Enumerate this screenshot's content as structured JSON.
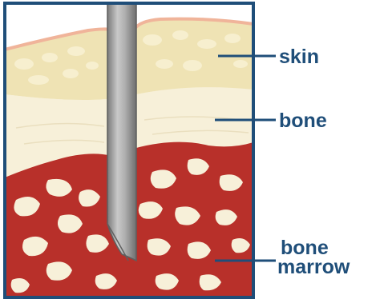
{
  "labels": {
    "skin": "skin",
    "bone": "bone",
    "marrow_line1": "bone",
    "marrow_line2": "marrow"
  },
  "colors": {
    "frame": "#1f4e79",
    "label": "#1f4e79",
    "skin_fill": "#efe3b4",
    "skin_edge": "#f0b49a",
    "bone_fill": "#f7f0d9",
    "marrow": "#b8302a",
    "needle": "#a9a9a9"
  }
}
